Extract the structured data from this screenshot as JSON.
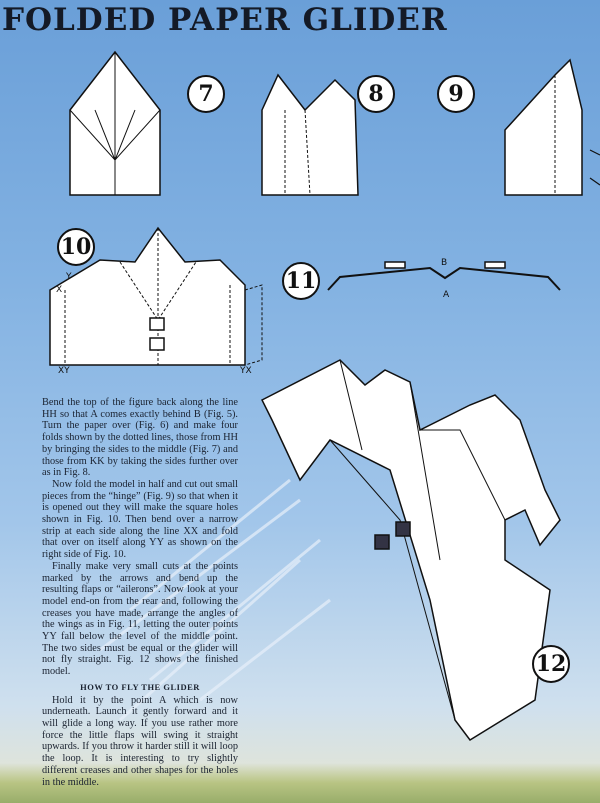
{
  "title": "FOLDED PAPER GLIDER",
  "figures": {
    "f7": "7",
    "f8": "8",
    "f9": "9",
    "f10": "10",
    "f11": "11",
    "f12": "12"
  },
  "labels": {
    "x": "X",
    "y": "Y",
    "xy": "XY",
    "yx": "YX",
    "b": "B",
    "a": "A"
  },
  "text": {
    "p1": "Bend the top of the figure back along the line HH so that A comes exactly behind B (Fig. 5). Turn the paper over (Fig. 6) and make four folds shown by the dotted lines, those from HH by bringing the sides to the middle (Fig. 7) and those from KK by taking the sides further over as in Fig. 8.",
    "p2": "Now fold the model in half and cut out small pieces from the “hinge” (Fig. 9) so that when it is opened out they will make the square holes shown in Fig. 10. Then bend over a narrow strip at each side along the line XX and fold that over on itself along YY as shown on the right side of Fig. 10.",
    "p3": "Finally make very small cuts at the points marked by the arrows and bend up the resulting flaps or “ailerons”. Now look at your model end-on from the rear and, following the creases you have made, arrange the angles of the wings as in Fig. 11, letting the outer points YY fall below the level of the middle point. The two sides must be equal or the glider will not fly straight. Fig. 12 shows the finished model.",
    "heading": "HOW TO FLY THE GLIDER",
    "p4": "Hold it by the point A which is now underneath. Launch it gently forward and it will glide a long way. If you use rather more force the little flaps will swing it straight upwards. If you throw it harder still it will loop the loop. It is interesting to try slightly different creases and other shapes for the holes in the middle."
  }
}
